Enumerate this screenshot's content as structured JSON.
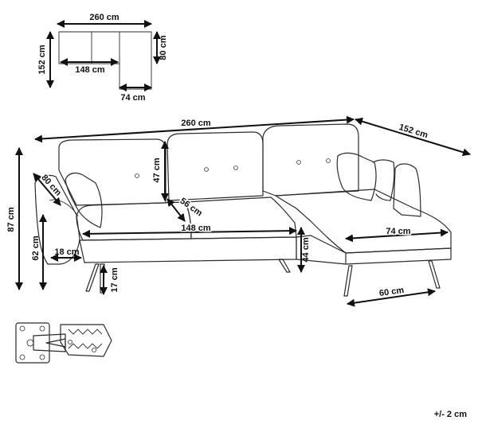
{
  "diagram": {
    "colors": {
      "ink": "#111111",
      "outline": "#2b2b2b",
      "background": "#ffffff"
    },
    "mini_plan": {
      "width": "260 cm",
      "depth": "152 cm",
      "seat_depth": "80 cm",
      "seat_width": "148 cm",
      "chaise_width": "74 cm"
    },
    "main_view": {
      "total_width": "260 cm",
      "total_depth": "152 cm",
      "total_height": "87 cm",
      "armrest_depth": "80 cm",
      "back_height": "47 cm",
      "seat_depth": "56 cm",
      "seat_width": "148 cm",
      "arm_height": "62 cm",
      "arm_width": "18 cm",
      "leg_height": "17 cm",
      "seat_height": "44 cm",
      "chaise_width": "74 cm",
      "chaise_base_width": "60 cm"
    },
    "tolerance": "+/- 2 cm"
  }
}
